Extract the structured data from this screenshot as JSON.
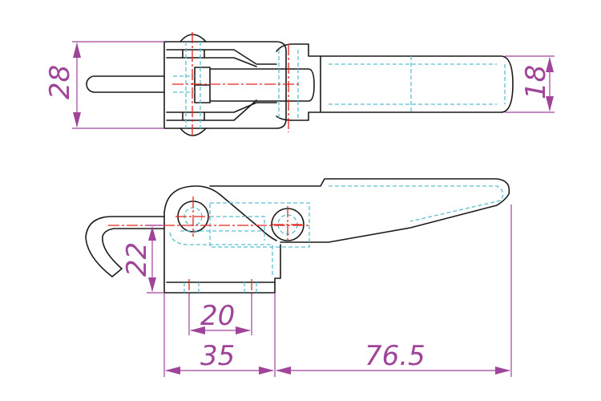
{
  "title": "Latch clamp technical drawing",
  "dimensions": {
    "body_width_top": "28",
    "handle_width": "18",
    "hook_height": "22",
    "hole_spacing": "20",
    "base_length": "35",
    "handle_length": "76.5"
  },
  "colors": {
    "outline": "#1a1a1a",
    "hidden_line": "#5bbfd2",
    "center_line": "#e3261c",
    "dimension": "#a0449a"
  }
}
